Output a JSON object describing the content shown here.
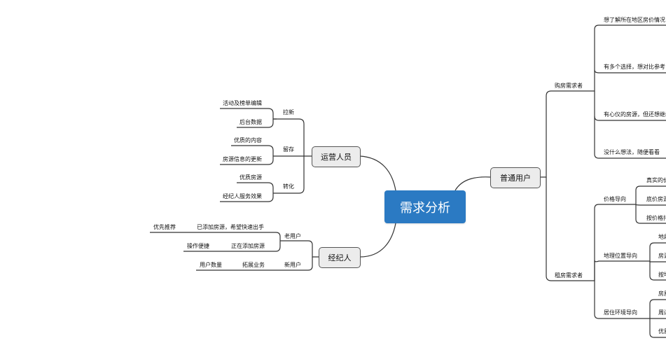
{
  "root": "需求分析",
  "left": {
    "ops": {
      "label": "运营人员",
      "groups": [
        {
          "label": "拉新",
          "items": [
            "活动及榜单编辑",
            "后台数据"
          ]
        },
        {
          "label": "留存",
          "items": [
            "优质的内容",
            "房源信息的更新"
          ]
        },
        {
          "label": "转化",
          "items": [
            "优质房源",
            "经纪人服务效果"
          ]
        }
      ]
    },
    "agent": {
      "label": "经纪人",
      "groups": [
        {
          "label": "老用户",
          "items": [
            {
              "text": "已添加房源，希望快速出手",
              "child": "优先推荐"
            },
            {
              "text": "正在添加房源",
              "child": "操作便捷"
            }
          ]
        },
        {
          "label": "新用户",
          "items": [
            {
              "text": "拓展业务",
              "child": "用户数量"
            }
          ]
        }
      ]
    }
  },
  "right": {
    "user": {
      "label": "普通用户",
      "buy": {
        "label": "购房需求者",
        "items": [
          "想了解所在地区房价情况",
          "有多个选择，想对比参考",
          "有心仪的房源，但还想继续看看",
          "没什么想法，随便看看"
        ]
      },
      "rent": {
        "label": "租房需求者",
        "groups": [
          {
            "label": "价格导向",
            "items": [
              "真实的价格",
              "底价房源",
              "按价格排序"
            ]
          },
          {
            "label": "地理位置导向",
            "items": [
              "地段",
              "房源位置",
              "按地图找房"
            ]
          },
          {
            "label": "居住环境导向",
            "items": [
              "房屋",
              "周边",
              "优质"
            ]
          }
        ]
      }
    }
  },
  "colors": {
    "root_fill": "#2b7ac3",
    "node_fill": "#ececec",
    "line": "#333333"
  }
}
